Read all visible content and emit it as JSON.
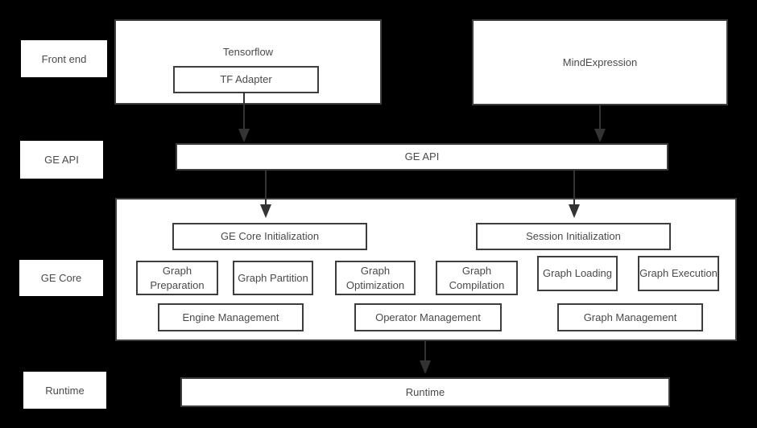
{
  "colors": {
    "background": "#000000",
    "box_fill": "#ffffff",
    "box_border": "#3d3d3d",
    "text": "#4a4a4a",
    "arrow": "#333333"
  },
  "side_labels": {
    "front_end": "Front end",
    "ge_api": "GE API",
    "ge_core": "GE Core",
    "runtime": "Runtime"
  },
  "nodes": {
    "tensorflow": "Tensorflow",
    "tf_adapter": "TF Adapter",
    "mind_expression": "MindExpression",
    "ge_api": "GE API",
    "ge_core_initialization": "GE Core Initialization",
    "session_initialization": "Session Initialization",
    "graph_preparation": "Graph Preparation",
    "graph_partition": "Graph Partition",
    "graph_optimization": "Graph Optimization",
    "graph_compilation": "Graph Compilation",
    "graph_loading": "Graph Loading",
    "graph_execution": "Graph Execution",
    "engine_management": "Engine Management",
    "operator_management": "Operator Management",
    "graph_management": "Graph Management",
    "runtime": "Runtime"
  }
}
